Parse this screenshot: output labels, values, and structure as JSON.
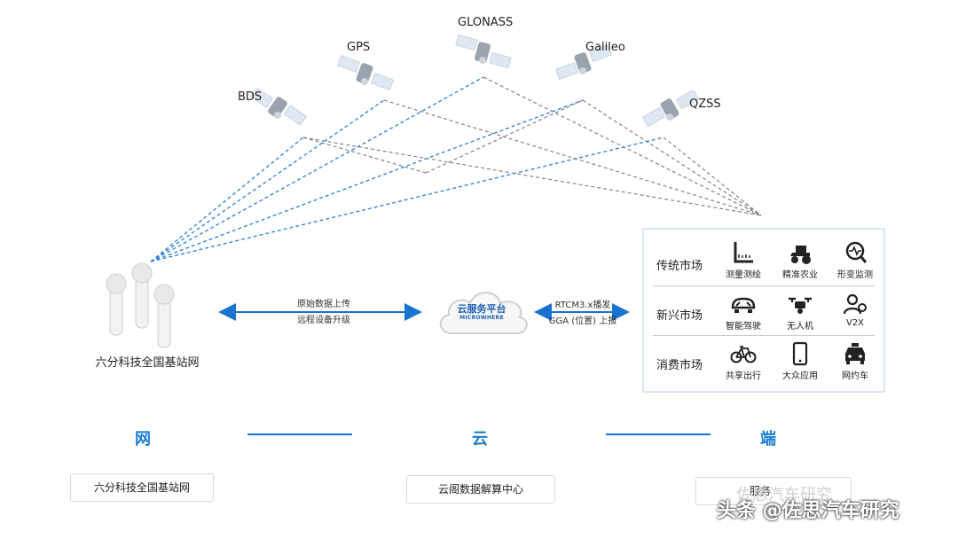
{
  "satellites": [
    {
      "label": "GLONASS"
    },
    {
      "label": "GPS"
    },
    {
      "label": "Galileo"
    },
    {
      "label": "BDS"
    },
    {
      "label": "QZSS"
    }
  ],
  "station_label": "六分科技全国基站网",
  "link_left": {
    "line1": "原始数据上传",
    "line2": "远程设备升级"
  },
  "cloud": {
    "title": "云服务平台",
    "sub": "MICROWHERE"
  },
  "link_right": {
    "line1": "RTCM3.x播发",
    "line2": "GGA (位置) 上报"
  },
  "markets": [
    {
      "title": "传统市场",
      "items": [
        {
          "label": "测量测绘",
          "icon": "ruler-icon"
        },
        {
          "label": "精准农业",
          "icon": "tractor-icon"
        },
        {
          "label": "形变监测",
          "icon": "monitor-icon"
        }
      ]
    },
    {
      "title": "新兴市场",
      "items": [
        {
          "label": "智能驾驶",
          "icon": "car-icon"
        },
        {
          "label": "无人机",
          "icon": "drone-icon"
        },
        {
          "label": "V2X",
          "icon": "v2x-icon"
        }
      ]
    },
    {
      "title": "消费市场",
      "items": [
        {
          "label": "共享出行",
          "icon": "bicycle-icon"
        },
        {
          "label": "大众应用",
          "icon": "phone-icon"
        },
        {
          "label": "网约车",
          "icon": "taxi-icon"
        }
      ]
    }
  ],
  "bottom": {
    "net": "网",
    "cloud": "云",
    "end": "端",
    "net_box": "六分科技全国基站网",
    "cloud_box": "云阁数据解算中心",
    "end_box": "服务"
  },
  "watermark": "头条 @佐思汽车研究",
  "watermark_faint": "佐思汽车研究",
  "colors": {
    "accent": "#1a73d1",
    "dash_blue": "#2a7fd4",
    "dash_gray": "#777777"
  }
}
